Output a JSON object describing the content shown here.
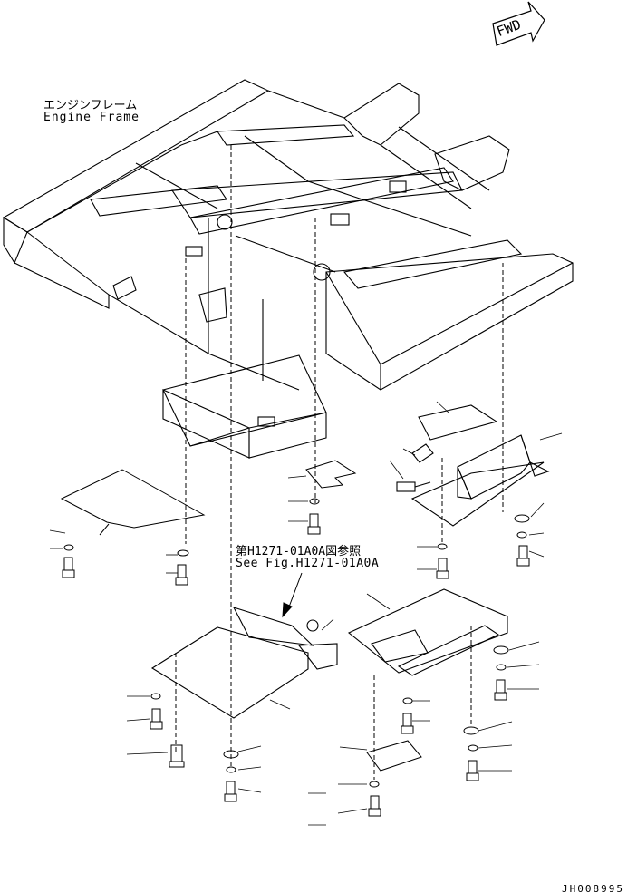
{
  "diagram": {
    "fwd_label": "FWD",
    "engine_frame_jp": "エンジンフレーム",
    "engine_frame_en": "Engine Frame",
    "reference_jp": "第H1271-01A0A図参照",
    "reference_en": "See Fig.H1271-01A0A",
    "document_id": "JH008995"
  },
  "colors": {
    "line": "#000000",
    "background": "#ffffff"
  }
}
